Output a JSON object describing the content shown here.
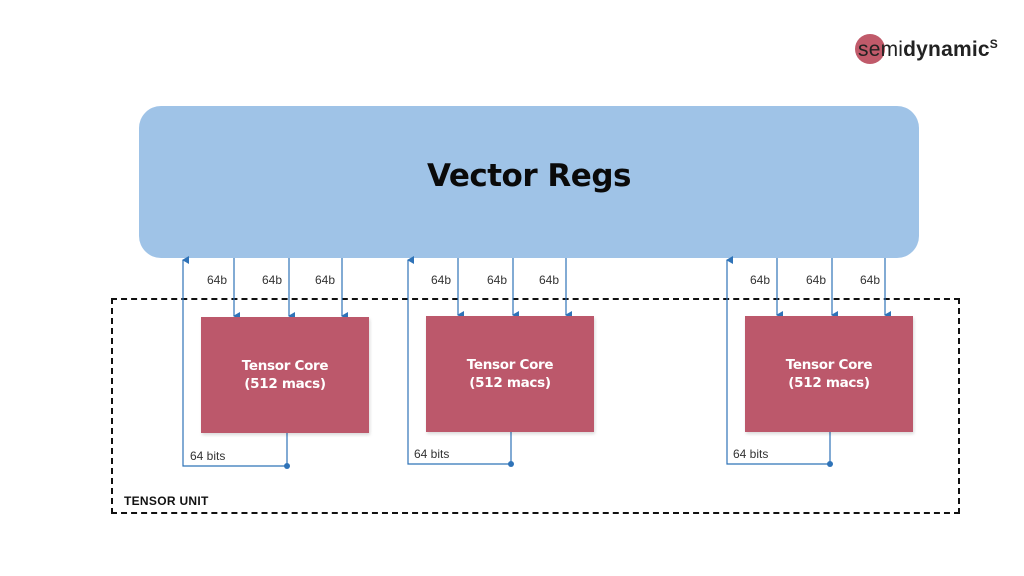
{
  "brand": {
    "logo_light": "semi",
    "logo_bold": "dynamic",
    "logo_sup": "S",
    "accent_color": "#c05a6a"
  },
  "vector_regs": {
    "title": "Vector Regs",
    "color": "#9fc3e7"
  },
  "tensor_unit": {
    "label": "TENSOR UNIT"
  },
  "cores": [
    {
      "title": "Tensor Core",
      "subtitle": "(512 macs)",
      "inputs": [
        "64b",
        "64b",
        "64b"
      ],
      "output": "64 bits"
    },
    {
      "title": "Tensor Core",
      "subtitle": "(512 macs)",
      "inputs": [
        "64b",
        "64b",
        "64b"
      ],
      "output": "64 bits"
    },
    {
      "title": "Tensor Core",
      "subtitle": "(512 macs)",
      "inputs": [
        "64b",
        "64b",
        "64b"
      ],
      "output": "64 bits"
    }
  ],
  "colors": {
    "core": "#bc586b",
    "wire": "#2f73b8"
  }
}
